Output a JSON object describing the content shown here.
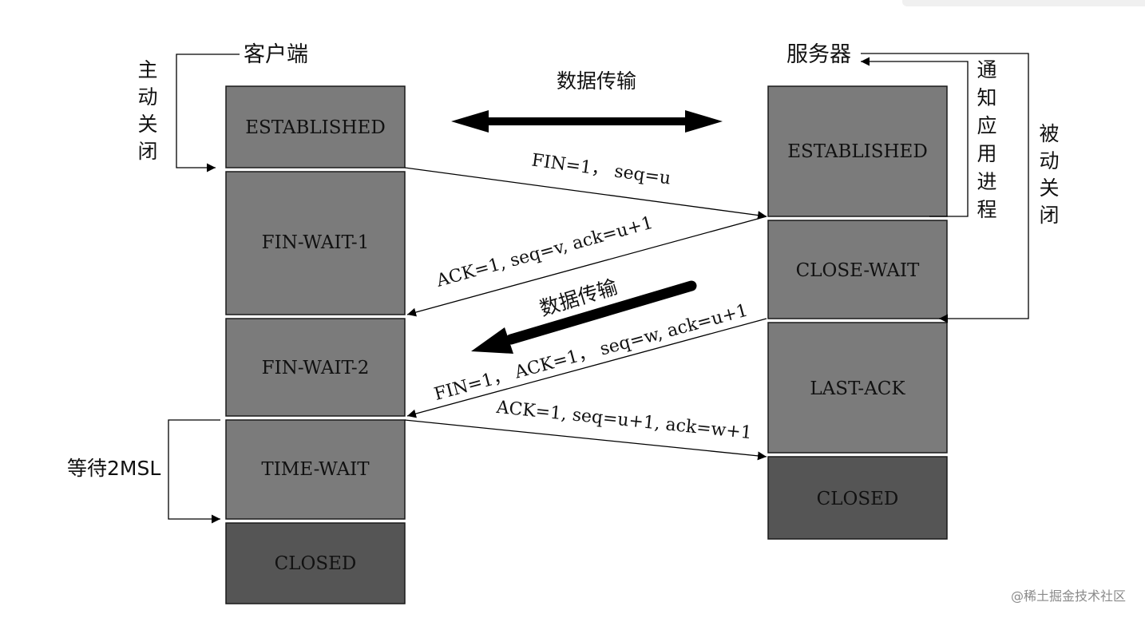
{
  "client": {
    "title": "客户端",
    "active_close_chars": [
      "主",
      "动",
      "关",
      "闭"
    ],
    "wait_label": "等待2MSL",
    "states": [
      "ESTABLISHED",
      "FIN-WAIT-1",
      "FIN-WAIT-2",
      "TIME-WAIT",
      "CLOSED"
    ]
  },
  "server": {
    "title": "服务器",
    "notify_app_chars": [
      "通",
      "知",
      "应",
      "用",
      "进",
      "程"
    ],
    "passive_close_chars": [
      "被",
      "动",
      "关",
      "闭"
    ],
    "states": [
      "ESTABLISHED",
      "CLOSE-WAIT",
      "LAST-ACK",
      "CLOSED"
    ]
  },
  "data_transfer": {
    "bidirectional_label": "数据传输",
    "server_to_client_label": "数据传输"
  },
  "messages": {
    "fin1": "FIN=1， seq=u",
    "ack1": "ACK=1, seq=v, ack=u+1",
    "fin2": "FIN=1， ACK=1， seq=w, ack=u+1",
    "ack2": "ACK=1, seq=u+1, ack=w+1"
  },
  "colors": {
    "state_fill": "#7b7b7b",
    "closed_fill": "#555555",
    "border": "#1a1a1a",
    "arrow": "#000000"
  },
  "watermark": "@稀土掘金技术社区"
}
